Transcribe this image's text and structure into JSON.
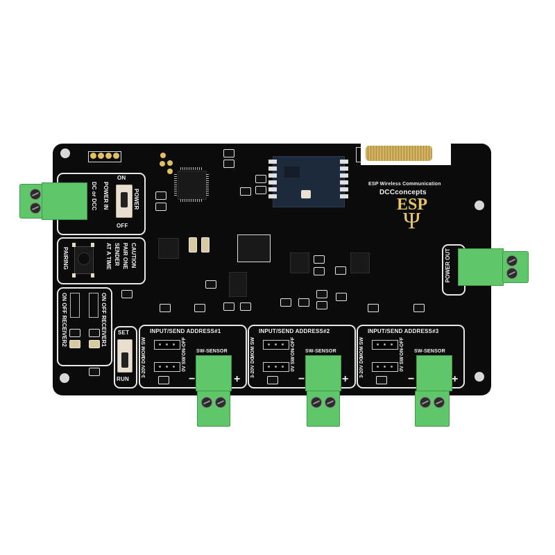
{
  "board": {
    "brand_line": "ESP Wireless Communication",
    "brand_name": "DCCconcepts",
    "logo_text": "ESP",
    "logo_symbol": "Ψ",
    "colors": {
      "pcb": "#0b0b0b",
      "silkscreen": "#f2f2f2",
      "terminal_green": "#5fc76a",
      "logo_gold": "#e5c46a",
      "antenna_gold": "#d9bb63"
    }
  },
  "power_section": {
    "switch_on": "ON",
    "switch_off": "OFF",
    "switch_label": "POWER",
    "input_label": "POWER IN",
    "input_type": "DC or DCC"
  },
  "pairing_section": {
    "button_label": "PAIRING",
    "caution_line1": "CAUTION",
    "caution_line2": "PAIR ONE",
    "caution_line3": "SENDER",
    "caution_line4": "AT A TIME"
  },
  "receiver_section": {
    "receiver1": "ON OFF RECEIVER1",
    "receiver2": "ON OFF RECEIVER2"
  },
  "mode_switch": {
    "top": "SET",
    "bottom": "RUN"
  },
  "power_out": {
    "label": "POWER OUT"
  },
  "inputs": [
    {
      "title": "INPUT/SEND ADDRESS#1",
      "mom_sw": "MOM SW",
      "on_off": "ON-OFF",
      "sensor": "SW-SENSOR",
      "dc": "3-20V DC",
      "ov_sw": "0V SW",
      "minus": "−",
      "plus": "+"
    },
    {
      "title": "INPUT/SEND ADDRESS#2",
      "mom_sw": "MOM SW",
      "on_off": "ON-OFF",
      "sensor": "SW-SENSOR",
      "dc": "3-20V DC",
      "ov_sw": "0V SW",
      "minus": "−",
      "plus": "+"
    },
    {
      "title": "INPUT/SEND ADDRESS#3",
      "mom_sw": "MOM SW",
      "on_off": "ON-OFF",
      "sensor": "SW-SENSOR",
      "dc": "3-20V DC",
      "ov_sw": "0V SW",
      "minus": "−",
      "plus": "+"
    }
  ]
}
